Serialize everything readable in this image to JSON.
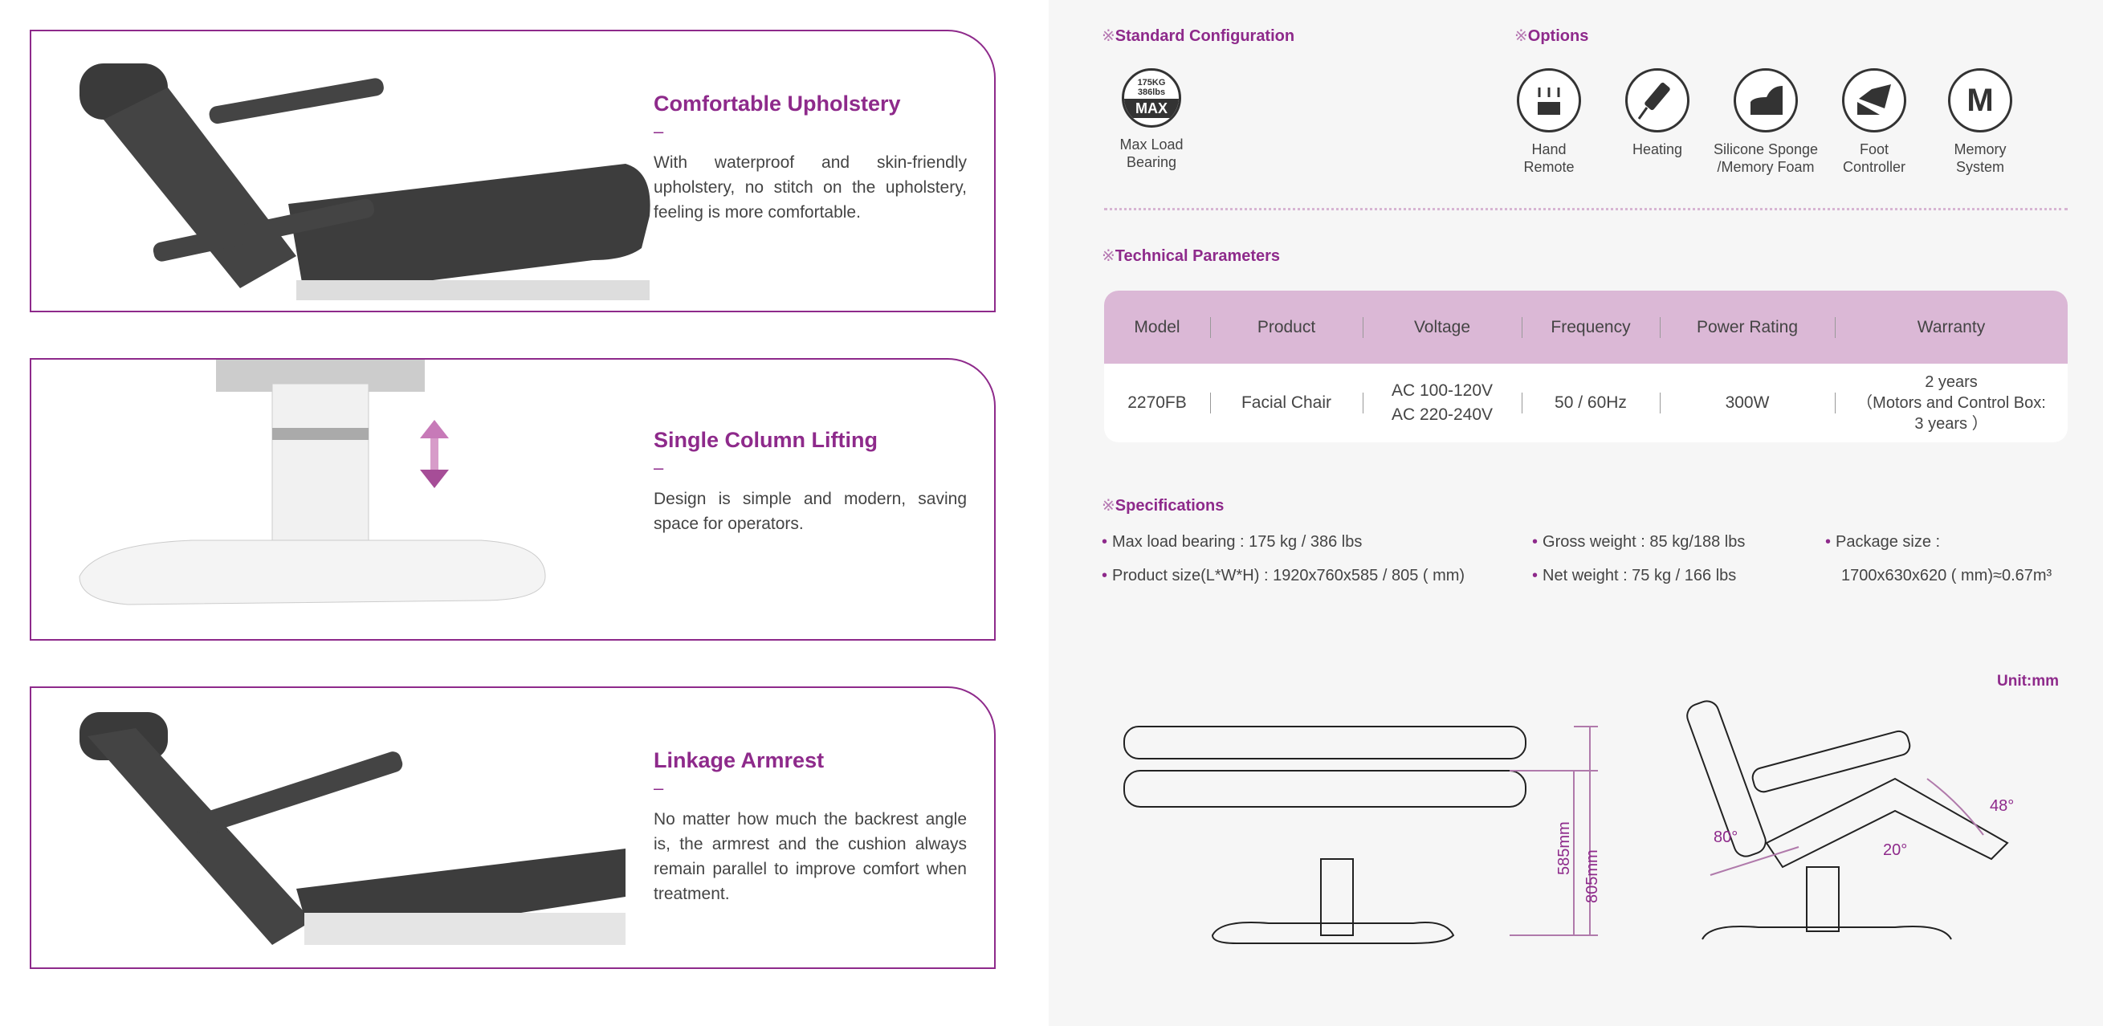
{
  "features": [
    {
      "title": "Comfortable Upholstery",
      "dash": "–",
      "desc": "With waterproof and skin-friendly upholstery, no stitch on the upholstery, feeling is more comfortable."
    },
    {
      "title": "Single Column Lifting",
      "dash": "–",
      "desc": "Design is simple and modern, saving space for operators."
    },
    {
      "title": "Linkage Armrest",
      "dash": "–",
      "desc": "No matter how much the backrest angle is, the armrest and the cushion always remain parallel to improve comfort when treatment."
    }
  ],
  "standard": {
    "mark": "※",
    "title": "Standard Configuration",
    "badge_top": "175KG",
    "badge_mid": "386lbs",
    "badge_bottom": "MAX",
    "label1": "Max Load",
    "label2": "Bearing"
  },
  "options": {
    "mark": "※",
    "title": "Options",
    "items": [
      {
        "icon": "hand-remote-icon",
        "l1": "Hand",
        "l2": "Remote"
      },
      {
        "icon": "heating-icon",
        "l1": "Heating",
        "l2": ""
      },
      {
        "icon": "sponge-icon",
        "l1": "Silicone Sponge",
        "l2": "/Memory Foam"
      },
      {
        "icon": "foot-controller-icon",
        "l1": "Foot",
        "l2": "Controller"
      },
      {
        "icon": "memory-icon",
        "l1": "Memory",
        "l2": "System",
        "glyph": "M"
      }
    ]
  },
  "technical": {
    "mark": "※",
    "title": "Technical Parameters",
    "headers": [
      "Model",
      "Product",
      "Voltage",
      "Frequency",
      "Power Rating",
      "Warranty"
    ],
    "row": {
      "model": "2270FB",
      "product": "Facial Chair",
      "voltage1": "AC  100-120V",
      "voltage2": "AC  220-240V",
      "frequency": "50 / 60Hz",
      "power": "300W",
      "warranty1": "2 years",
      "warranty2": "（Motors and Control Box:",
      "warranty3": "3 years ）"
    }
  },
  "specifications": {
    "mark": "※",
    "title": "Specifications",
    "bullet": "•",
    "max_load": "Max load bearing : 175 kg / 386 lbs",
    "product_size": "Product size(L*W*H) :  1920x760x585 / 805 ( mm)",
    "gross": "Gross weight :  85 kg/188  lbs",
    "net": "Net weight :  75 kg / 166  lbs",
    "package_label": "Package size :",
    "package_value": "1700x630x620 ( mm)≈0.67m³"
  },
  "drawing": {
    "unit": "Unit:mm",
    "h1": "585mm",
    "h2": "805mm",
    "a1": "80°",
    "a2": "20°",
    "a3": "48°"
  },
  "colors": {
    "accent": "#8e2a8b",
    "table_header": "#dbb8d6"
  }
}
